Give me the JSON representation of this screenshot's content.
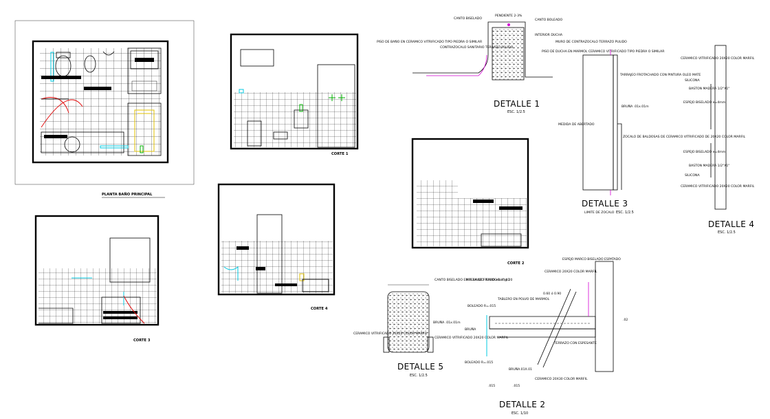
{
  "titles": {
    "plan": "PLANTA BAÑO PRINCIPAL",
    "corte1": "CORTE 1",
    "corte2": "CORTE 2",
    "corte3": "CORTE 3",
    "corte4": "CORTE 4",
    "detalle1": "DETALLE 1",
    "detalle2": "DETALLE 2",
    "detalle3": "DETALLE 3",
    "detalle3_sub": "LIMITE DE ZOCALO",
    "detalle4": "DETALLE 4",
    "detalle5": "DETALLE 5"
  },
  "scales": {
    "detalle1": "ESC. 1/2.5",
    "detalle2": "ESC. 1/10",
    "detalle3": "ESC. 1/2.5",
    "detalle4": "ESC. 1/2.5",
    "detalle5": "ESC. 1/2.5"
  },
  "notes": {
    "d1_canto": "CANTO BISELADO",
    "d1_pendiente": "PENDIENTE 2-3%",
    "d1_canto_boleado": "CANTO BOLEADO",
    "d1_piso": "PISO DE BAÑO EN CERAMICO VITRIFICADO TIPO PIEDRA O SIMILAR",
    "d1_contrazocalo": "CONTRAZOCALO SANITARIO TERRAZO PULIDO",
    "d1_interior": "INTERIOR DUCHA",
    "d1_muro": "MURO DE CONTRAZOCALO TERRAZO PULIDO",
    "d1_piso_ducha": "PISO DE DUCHA EN MARMOL CERAMICO VITRIFICADO TIPO PIEDRA O SIMILAR",
    "d3_tarrajeo": "TARRAJEO FROTACHADO CON PINTURA OLEO MATE",
    "d3_bruna": "BRUÑA .01x.01m",
    "d3_medida": "MEDIDA DE ABERTADO",
    "d3_zocalo": "ZOCALO DE BALDOSAS DE CERAMICO VITRIFICADO DE 20X20 COLOR MARFIL",
    "d4_ceramico_top": "CERAMICO VITRIFICADO 20X20 COLOR MARFIL",
    "d4_silicona": "SILICONA",
    "d4_espejo": "ESPEJO BISELADO e=4mm",
    "d4_baston": "BASTON MADERA 1/2\"X1\"",
    "d4_espejo2": "ESPEJO BISELADO e=4mm",
    "d4_silicona2": "SILICONA",
    "d4_baston2": "BASTON MADERA 1/2\"X1\"",
    "d4_ceramico_bot": "CERAMICO VITRIFICADO 20X20 COLOR MARFIL",
    "d5_canto": "CANTO BISELADO EN TERRAZO PULIDO R=0.01",
    "d5_bruna": "BRUÑA .01x.01m",
    "d5_ceramico_left": "CERAMICO VITRIFICADO 20X20 COLOR MARFIL",
    "d5_ceramico_right": "CERAMICO VITRIFICADO 20X20 COLOR MARFIL",
    "d2_espejo": "ESPEJO MARCO BISELADO ESPATADO",
    "d2_ceramico": "CERAMICO 20X20 COLOR MARFIL",
    "d2_malla": "MALLA DE FIERRO ø1/4\"@.20",
    "d2_tablero": "TABLERO EN POLVO DE MARMOL",
    "d2_dim": "0.60 ó 0.90",
    "d2_boleado": "BOLEADO R=.015",
    "d2_bruna": "BRUÑA",
    "d2_bruna2": "BRUÑA.01X.01",
    "d2_terrazo": "TERRAZO CON ESPESANTE",
    "d2_ceramico_bot": "CERAMICO 20X30 COLOR MARFIL",
    "d2_boleado2": "BOLEADO R=.015",
    "d2_015": ".015",
    "d2_010": ".015",
    "d2_02": ".02"
  }
}
